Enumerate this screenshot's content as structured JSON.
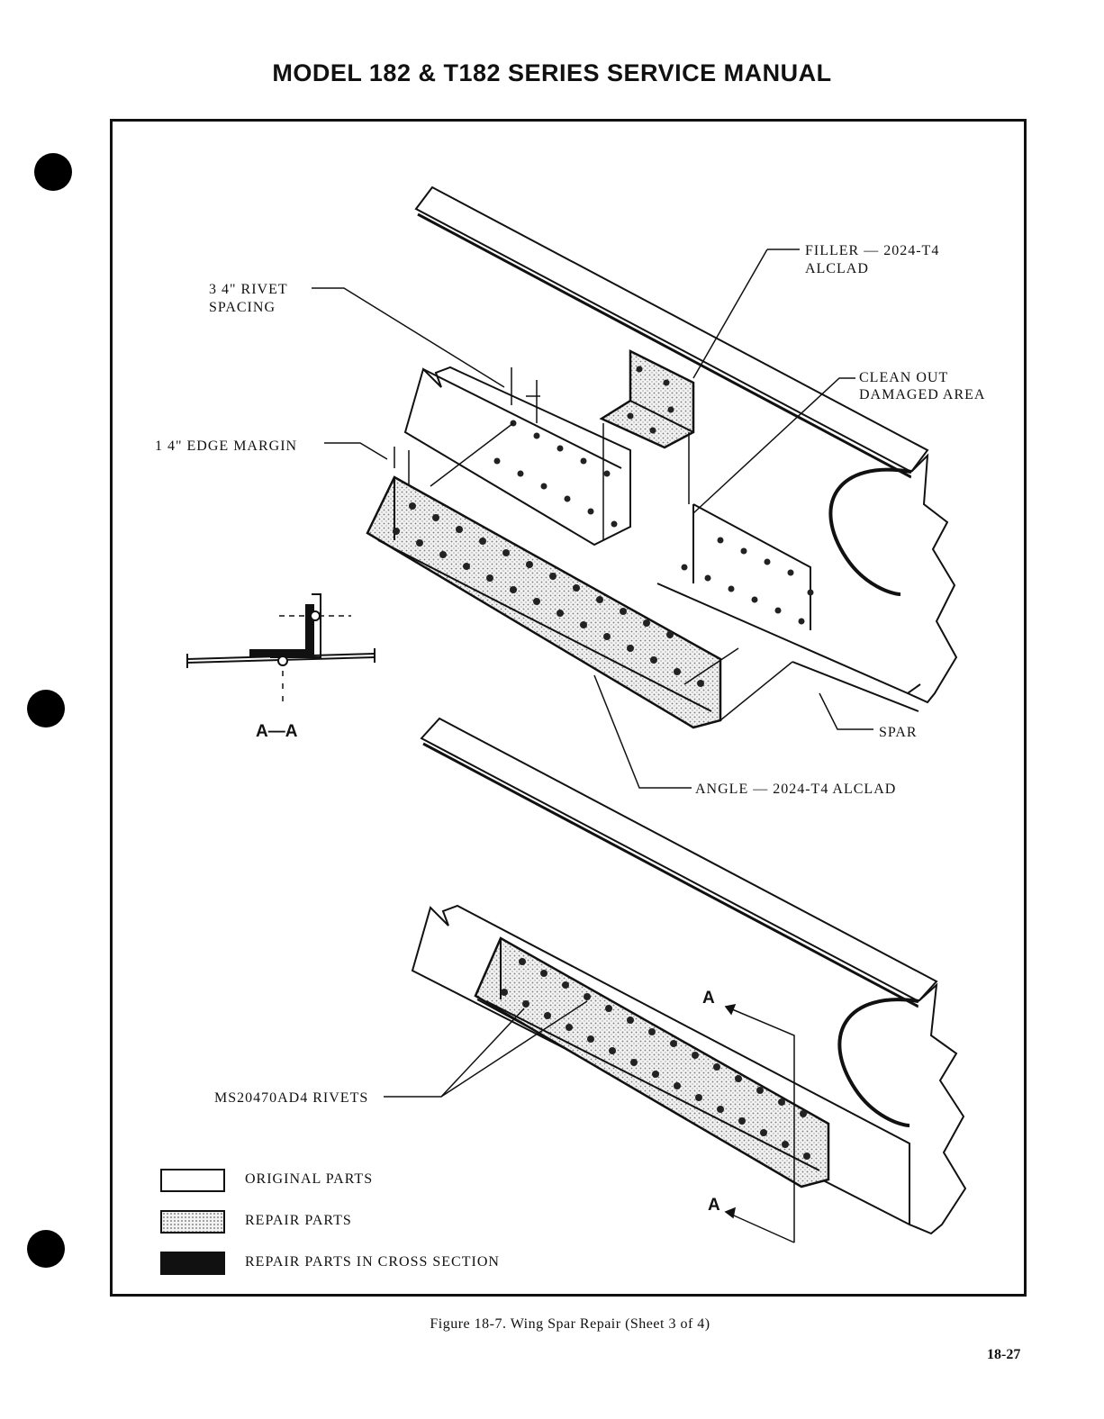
{
  "header": {
    "title": "MODEL 182 & T182 SERIES SERVICE MANUAL"
  },
  "callouts": {
    "rivet_spacing_1": "3 4\" RIVET",
    "rivet_spacing_2": "SPACING",
    "edge_margin": "1 4\" EDGE MARGIN",
    "filler_1": "FILLER — 2024-T4",
    "filler_2": "ALCLAD",
    "clean_out_1": "CLEAN OUT",
    "clean_out_2": "DAMAGED AREA",
    "spar": "SPAR",
    "angle": "ANGLE — 2024-T4 ALCLAD",
    "section": "A—A",
    "rivets": "MS20470AD4 RIVETS",
    "cut_a_top": "A",
    "cut_a_bottom": "A"
  },
  "legend": {
    "original": "ORIGINAL PARTS",
    "repair": "REPAIR PARTS",
    "repair_cross": "REPAIR PARTS IN CROSS SECTION"
  },
  "caption": "Figure 18-7.  Wing Spar Repair (Sheet 3 of 4)",
  "page_number": "18-27"
}
